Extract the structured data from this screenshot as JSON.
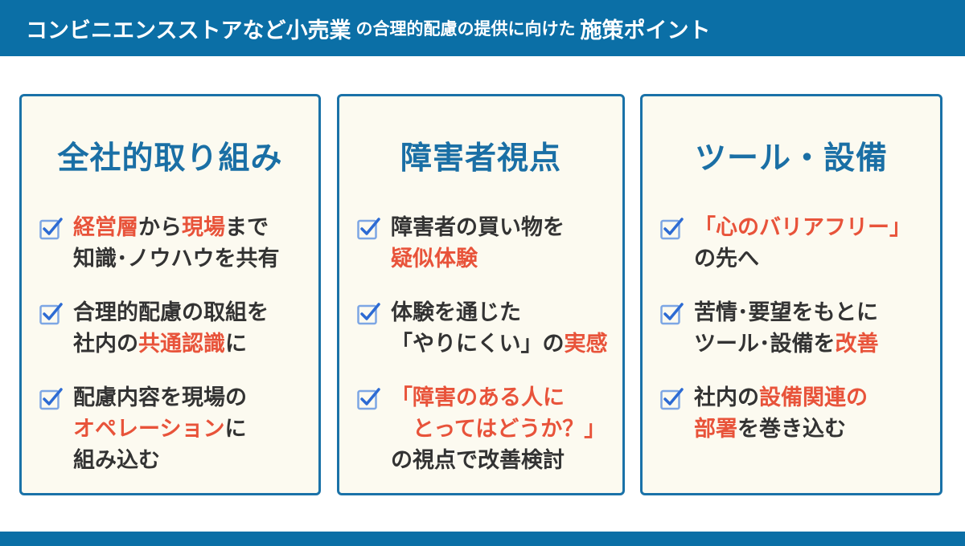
{
  "header": {
    "title_part1": "コンビニエンスストアなど小売業",
    "title_part2": "の合理的配慮の提供に向けた",
    "title_part3": "施策ポイント"
  },
  "colors": {
    "header": "#0b6fa6",
    "accent_red": "#e8533a",
    "title_blue": "#1a6fa5",
    "panel_bg": "#fcfaf0"
  },
  "panels": [
    {
      "title": "全社的取り組み",
      "items": [
        {
          "lines": [
            [
              {
                "t": "経営層",
                "hl": true
              },
              {
                "t": "から"
              },
              {
                "t": "現場",
                "hl": true
              },
              {
                "t": "まで"
              }
            ],
            [
              {
                "t": "知識･ノウハウを共有"
              }
            ]
          ]
        },
        {
          "lines": [
            [
              {
                "t": "合理的配慮の取組を"
              }
            ],
            [
              {
                "t": "社内の"
              },
              {
                "t": "共通認識",
                "hl": true
              },
              {
                "t": "に"
              }
            ]
          ]
        },
        {
          "lines": [
            [
              {
                "t": "配慮内容を現場の"
              }
            ],
            [
              {
                "t": "オペレーション",
                "hl": true
              },
              {
                "t": "に"
              }
            ],
            [
              {
                "t": "組み込む"
              }
            ]
          ]
        }
      ]
    },
    {
      "title": "障害者視点",
      "items": [
        {
          "lines": [
            [
              {
                "t": "障害者の買い物を"
              }
            ],
            [
              {
                "t": "疑似体験",
                "hl": true
              }
            ]
          ]
        },
        {
          "lines": [
            [
              {
                "t": "体験を通じた"
              }
            ],
            [
              {
                "t": "「やりにくい」の"
              },
              {
                "t": "実感",
                "hl": true
              }
            ]
          ]
        },
        {
          "lines": [
            [
              {
                "t": "「障害のある人に",
                "hl": true
              }
            ],
            [
              {
                "t": "　とってはどうか？」",
                "hl": true
              }
            ],
            [
              {
                "t": "の視点で改善検討"
              }
            ]
          ]
        }
      ]
    },
    {
      "title": "ツール・設備",
      "items": [
        {
          "lines": [
            [
              {
                "t": "「心のバリアフリー」",
                "hl": true
              }
            ],
            [
              {
                "t": "の先へ"
              }
            ]
          ]
        },
        {
          "lines": [
            [
              {
                "t": "苦情･要望をもとに"
              }
            ],
            [
              {
                "t": "ツール･設備を"
              },
              {
                "t": "改善",
                "hl": true
              }
            ]
          ]
        },
        {
          "lines": [
            [
              {
                "t": "社内の"
              },
              {
                "t": "設備関連の",
                "hl": true
              }
            ],
            [
              {
                "t": "部署",
                "hl": true
              },
              {
                "t": "を巻き込む"
              }
            ]
          ]
        }
      ]
    }
  ]
}
